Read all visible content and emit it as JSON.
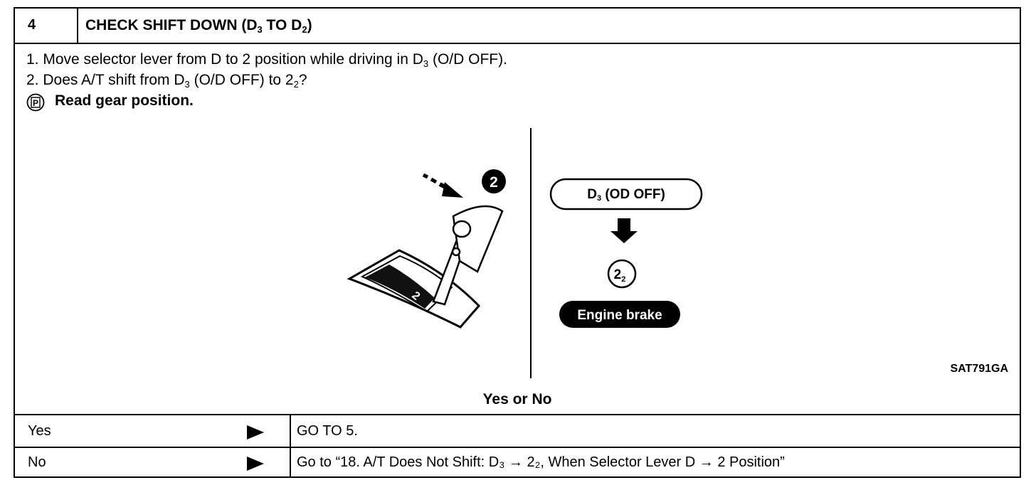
{
  "header": {
    "step_number": "4",
    "title_a": "CHECK SHIFT DOWN (D",
    "title_sub1": "3",
    "title_b": " TO D",
    "title_sub2": "2",
    "title_c": ")"
  },
  "instructions": {
    "step1_a": "1.  Move selector lever from D to 2 position while driving in D",
    "step1_sub": "3",
    "step1_b": " (O/D OFF).",
    "step2_a": "2.  Does A/T shift from D",
    "step2_sub1": "3",
    "step2_b": " (O/D OFF) to 2",
    "step2_sub2": "2",
    "step2_c": "?",
    "note_icon_glyph": "P",
    "note_label": "Read gear position."
  },
  "illustration": {
    "lever_badge": "2",
    "gate_label": "2",
    "from_label_main": "D",
    "from_label_sub": "3",
    "from_label_rest": " (OD  OFF)",
    "to_label_main": "2",
    "to_label_sub": "2",
    "engine_brake": "Engine brake",
    "figure_code": "SAT791GA"
  },
  "question": "Yes or No",
  "results": [
    {
      "answer": "Yes",
      "action": "GO TO 5."
    },
    {
      "answer": "No",
      "action": "Go to “18. A/T Does Not Shift: D₃ → 2₂, When Selector Lever D → 2 Position”"
    }
  ]
}
